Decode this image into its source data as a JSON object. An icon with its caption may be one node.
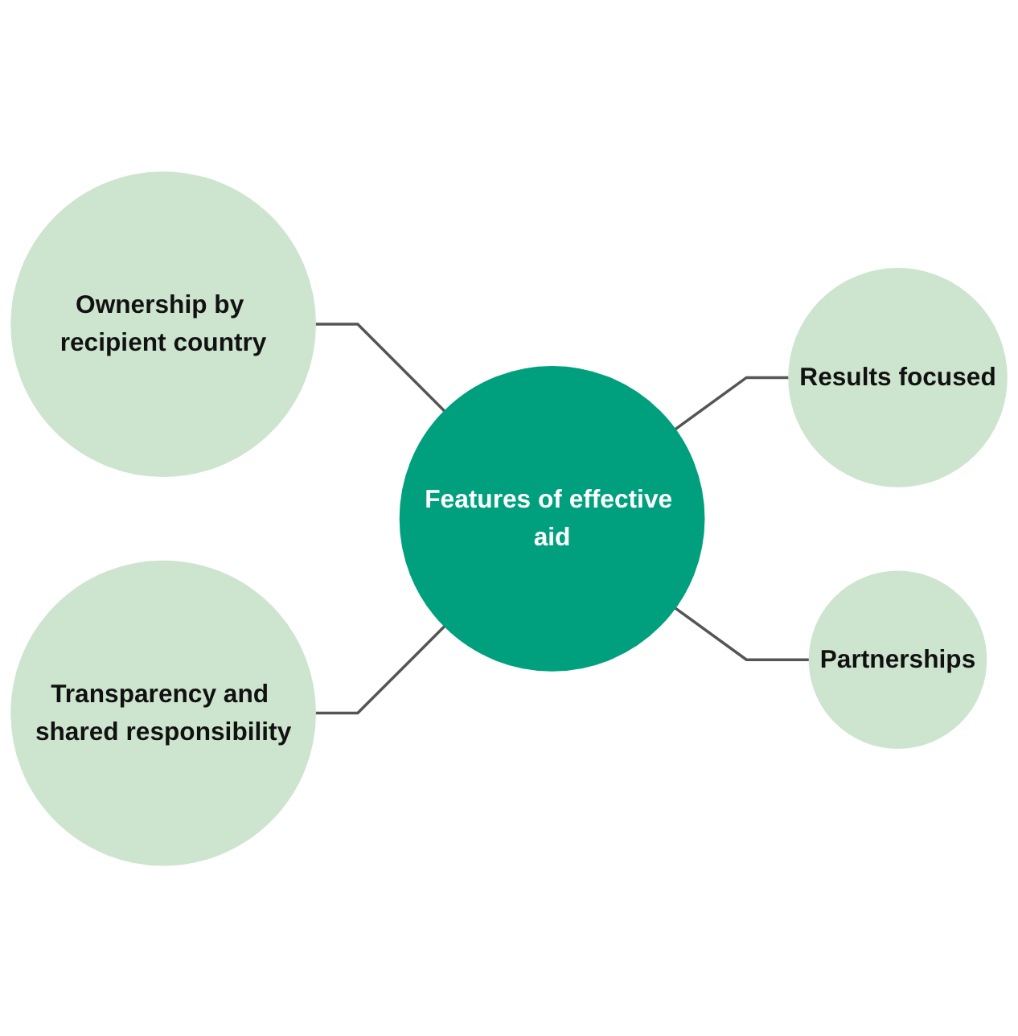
{
  "diagram": {
    "nodes": [
      {
        "text": [
          "Ownership by recipient country"
        ]
      },
      {
        "text": [
          "Transparency and shared responsibility"
        ]
      },
      {
        "text": [
          "Features of effective aid"
        ]
      },
      {
        "text": [
          "Results focused"
        ]
      },
      {
        "text": [
          "Partnerships"
        ]
      }
    ],
    "edges": [
      {
        "from": 0,
        "to": 2,
        "arrow": "none"
      },
      {
        "from": 1,
        "to": 2,
        "arrow": "none"
      },
      {
        "from": 2,
        "to": 3,
        "arrow": "none"
      },
      {
        "from": 2,
        "to": 4,
        "arrow": "none"
      }
    ]
  }
}
